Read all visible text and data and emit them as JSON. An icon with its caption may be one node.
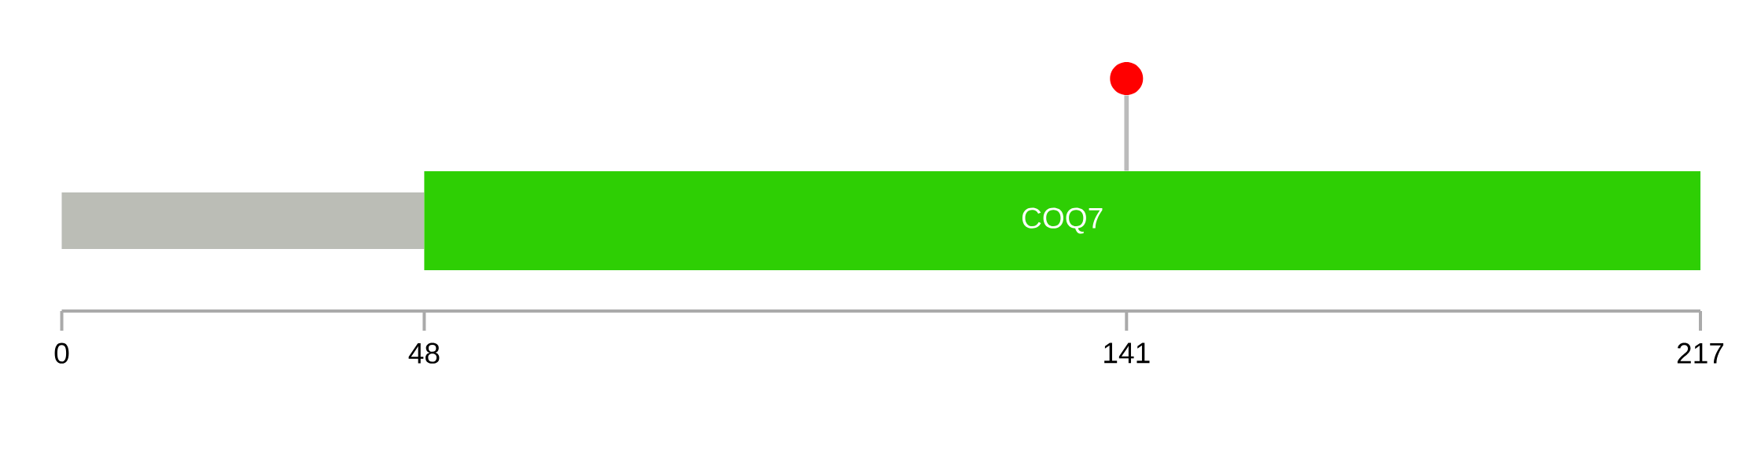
{
  "diagram": {
    "nodes": [
      {
        "text": [],
        "shape": "bar"
      },
      {
        "text": [
          "COQ7"
        ]
      },
      {
        "text": [],
        "shape": "circle"
      }
    ],
    "edges": [
      {
        "from": 2,
        "to": 1,
        "arrow": "none",
        "color": "#bbbbbb"
      }
    ],
    "labels": [
      "0",
      "48",
      "141",
      "217"
    ]
  }
}
